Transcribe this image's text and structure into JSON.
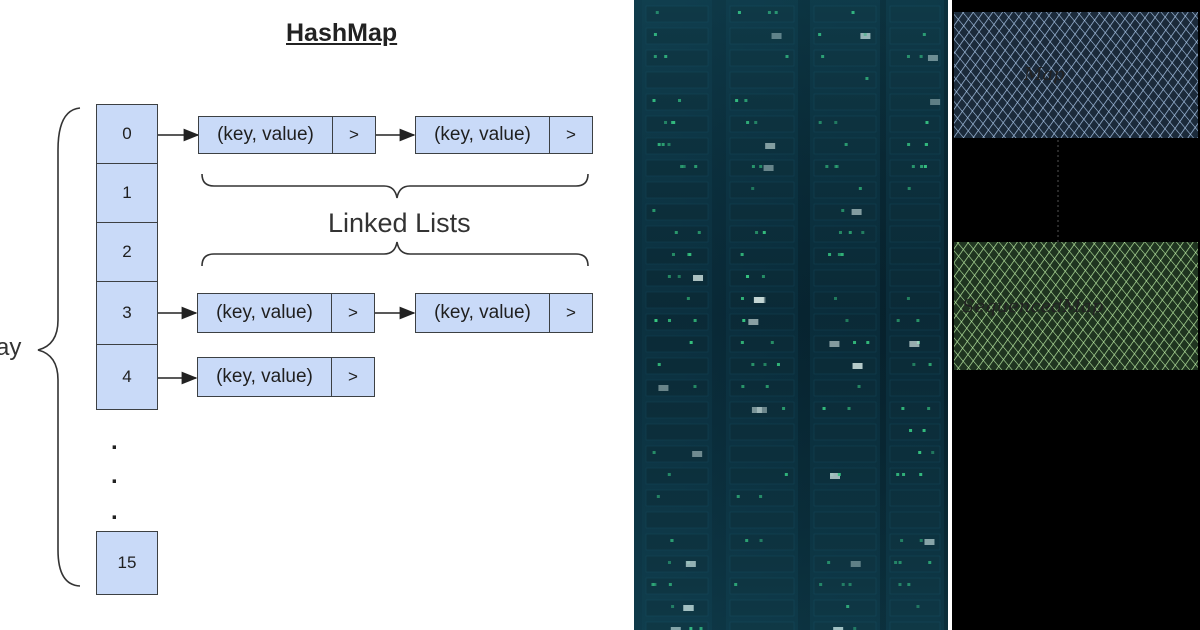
{
  "diagram": {
    "title": "HashMap",
    "array_label": "ay",
    "linked_lists_label": "Linked Lists",
    "buckets": [
      "0",
      "1",
      "2",
      "3",
      "4",
      "15"
    ],
    "ellipsis": ".",
    "node_key_value": "(key, value)",
    "node_pointer": ">",
    "chains": [
      {
        "bucket": "0",
        "nodes": 2
      },
      {
        "bucket": "3",
        "nodes": 2
      },
      {
        "bucket": "4",
        "nodes": 1
      }
    ]
  },
  "server_photo": {
    "description_colors": {
      "base": "#08212f",
      "rack": "#0d3344",
      "led_green": "#3ee08a",
      "led_white": "#e8f5f0"
    }
  },
  "sketch": {
    "top_box_label": "Map",
    "bottom_box_label": "SequencedMap",
    "top_box_color": "#a8c4e6",
    "bottom_box_color": "#b6e6a0"
  }
}
